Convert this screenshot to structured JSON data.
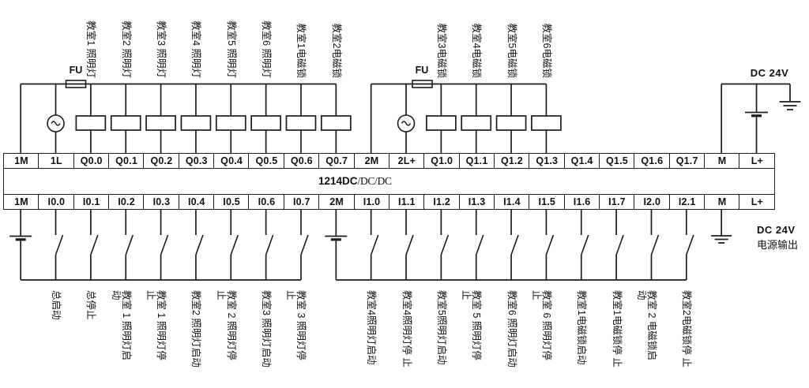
{
  "power": {
    "fuse_label": "FU",
    "top_label": "DC 24V",
    "bottom_label": "DC 24V",
    "bottom_sub": "电源输出"
  },
  "plc": {
    "model_main": "1214DC",
    "model_suffix": "/DC/DC",
    "output_terminals": [
      "1M",
      "1L",
      "Q0.0",
      "Q0.1",
      "Q0.2",
      "Q0.3",
      "Q0.4",
      "Q0.5",
      "Q0.6",
      "Q0.7",
      "2M",
      "2L+",
      "Q1.0",
      "Q1.1",
      "Q1.2",
      "Q1.3",
      "Q1.4",
      "Q1.5",
      "Q1.6",
      "Q1.7",
      "M",
      "L+"
    ],
    "input_terminals": [
      "1M",
      "I0.0",
      "I0.1",
      "I0.2",
      "I0.3",
      "I0.4",
      "I0.5",
      "I0.6",
      "I0.7",
      "2M",
      "I1.0",
      "I1.1",
      "I1.2",
      "I1.3",
      "I1.4",
      "I1.5",
      "I1.6",
      "I1.7",
      "I2.0",
      "I2.1",
      "M",
      "L+"
    ]
  },
  "outputs": {
    "loads": [
      {
        "terminal": "Q0.0",
        "col": 2,
        "label": "教室1 照明灯"
      },
      {
        "terminal": "Q0.1",
        "col": 3,
        "label": "教室2 照明灯"
      },
      {
        "terminal": "Q0.2",
        "col": 4,
        "label": "教室3 照明灯"
      },
      {
        "terminal": "Q0.3",
        "col": 5,
        "label": "教室4 照明灯"
      },
      {
        "terminal": "Q0.4",
        "col": 6,
        "label": "教室5 照明灯"
      },
      {
        "terminal": "Q0.5",
        "col": 7,
        "label": "教室6 照明灯"
      },
      {
        "terminal": "Q0.6",
        "col": 8,
        "label": "教室1电磁锁"
      },
      {
        "terminal": "Q0.7",
        "col": 9,
        "label": "教室2电磁锁"
      },
      {
        "terminal": "Q1.0",
        "col": 12,
        "label": "教室3电磁锁"
      },
      {
        "terminal": "Q1.1",
        "col": 13,
        "label": "教室4电磁锁"
      },
      {
        "terminal": "Q1.2",
        "col": 14,
        "label": "教室5电磁锁"
      },
      {
        "terminal": "Q1.3",
        "col": 15,
        "label": "教室6电磁锁"
      }
    ]
  },
  "inputs": {
    "switches": [
      {
        "terminal": "I0.0",
        "col": 1,
        "label": "总启动"
      },
      {
        "terminal": "I0.1",
        "col": 2,
        "label": "总停止"
      },
      {
        "terminal": "I0.2",
        "col": 3,
        "label": "教室 1 照明灯启\n动"
      },
      {
        "terminal": "I0.3",
        "col": 4,
        "label": "教室 1 照明灯停\n止"
      },
      {
        "terminal": "I0.4",
        "col": 5,
        "label": "教室2 照明灯启动"
      },
      {
        "terminal": "I0.5",
        "col": 6,
        "label": "教室 2 照明灯停\n止"
      },
      {
        "terminal": "I0.6",
        "col": 7,
        "label": "教室3 照明灯启动"
      },
      {
        "terminal": "I0.7",
        "col": 8,
        "label": "教室 3 照明灯停\n止"
      },
      {
        "terminal": "I1.0",
        "col": 10,
        "label": "教室4照明灯启动"
      },
      {
        "terminal": "I1.1",
        "col": 11,
        "label": "教室4照明灯停 止"
      },
      {
        "terminal": "I1.2",
        "col": 12,
        "label": "教室5照明灯启动"
      },
      {
        "terminal": "I1.3",
        "col": 13,
        "label": "教室 5 照明灯停\n止"
      },
      {
        "terminal": "I1.4",
        "col": 14,
        "label": "教室6 照明灯启动"
      },
      {
        "terminal": "I1.5",
        "col": 15,
        "label": "教室 6 照明灯停\n止"
      },
      {
        "terminal": "I1.6",
        "col": 16,
        "label": "教室1电磁锁启动"
      },
      {
        "terminal": "I1.7",
        "col": 17,
        "label": "教室1电磁锁停 止"
      },
      {
        "terminal": "I2.0",
        "col": 18,
        "label": "教室 2 电磁锁启\n动"
      },
      {
        "terminal": "I2.1",
        "col": 19,
        "label": "教室2电磁锁停 止"
      }
    ]
  }
}
